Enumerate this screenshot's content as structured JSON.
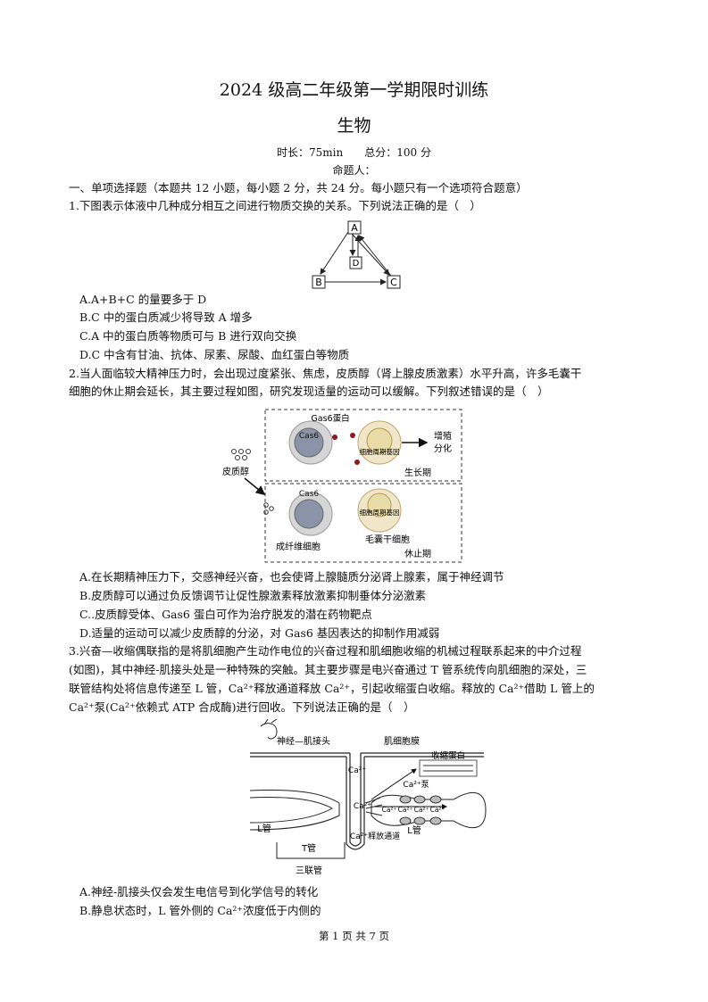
{
  "header": {
    "title": "2024 级高二年级第一学期限时训练",
    "subject": "生物",
    "meta": "时长：75min　　总分：100 分",
    "author": "命题人："
  },
  "section1": {
    "heading": "一、单项选择题（本题共 12 小题，每小题 2 分，共 24 分。每小题只有一个选项符合题意）"
  },
  "q1": {
    "stem": "1.下图表示体液中几种成分相互之间进行物质交换的关系。下列说法正确的是（　）",
    "diagram": {
      "a": "A",
      "b": "B",
      "c": "C",
      "d": "D"
    },
    "options": [
      "A.A+B+C 的量要多于 D",
      "B.C 中的蛋白质减少将导致 A 增多",
      "C.A 中的蛋白质等物质可与 B 进行双向交换",
      "D.C 中含有甘油、抗体、尿素、尿酸、血红蛋白等物质"
    ]
  },
  "q2": {
    "stem1": "2.当人面临较大精神压力时，会出现过度紧张、焦虑，皮质醇（肾上腺皮质激素）水平升高，许多毛囊干",
    "stem2": "细胞的休止期会延长，其主要过程如图，研究发现适量的运动可以缓解。下列叙述错误的是（　）",
    "diagram": {
      "gas6_protein": "Gas6蛋白",
      "cas6_top": "Cas6",
      "gene_top": "细胞周期基因",
      "prolif1": "增殖",
      "prolif2": "分化",
      "growth": "生长期",
      "cortisol": "皮质醇",
      "cas6_bottom": "Cas6",
      "gene_bottom": "细胞周期基因",
      "fibro": "成纤维细胞",
      "follicle": "毛囊干细胞",
      "rest": "休止期"
    },
    "options": [
      "A.在长期精神压力下，交感神经兴奋，也会使肾上腺髓质分泌肾上腺素，属于神经调节",
      "B.皮质醇可以通过负反馈调节让促性腺激素释放激素抑制垂体分泌激素",
      "C..皮质醇受体、Gas6 蛋白可作为治疗脱发的潜在药物靶点",
      "D.适量的运动可以减少皮质醇的分泌，对 Gas6 基因表达的抑制作用减弱"
    ]
  },
  "q3": {
    "stem1": "3.兴奋—收缩偶联指的是将肌细胞产生动作电位的兴奋过程和肌细胞收缩的机械过程联系起来的中介过程",
    "stem2": "(如图)，其中神经-肌接头处是一种特殊的突触。其主要步骤是电兴奋通过 T 管系统传向肌细胞的深处，三",
    "stem3": "联管结构处将信息传递至 L 管，Ca²⁺释放通道释放 Ca²⁺，引起收缩蛋白收缩。释放的 Ca²⁺借助 L 管上的",
    "stem4": "Ca²⁺泵(Ca²⁺依赖式 ATP 合成酶)进行回收。下列说法正确的是（　）",
    "diagram": {
      "nmj": "神经—肌接头",
      "membrane": "肌细胞膜",
      "ca_top": "Ca²⁺",
      "contractile": "收缩蛋白",
      "pump": "Ca²⁺泵",
      "ca_mid": "Ca²⁺",
      "ca_release": "Ca²⁺释放通道",
      "l_left": "L管",
      "l_right": "L管",
      "t_tube": "T管",
      "triad": "三联管",
      "ca_labels": [
        "Ca²⁺",
        "Ca²⁺",
        "Ca²⁺",
        "Ca²⁺"
      ]
    },
    "options": [
      "A.神经-肌接头仅会发生电信号到化学信号的转化",
      "B.静息状态时，L 管外侧的 Ca²⁺浓度低于内侧的"
    ]
  },
  "footer": {
    "page": "第 1 页 共 7 页"
  }
}
